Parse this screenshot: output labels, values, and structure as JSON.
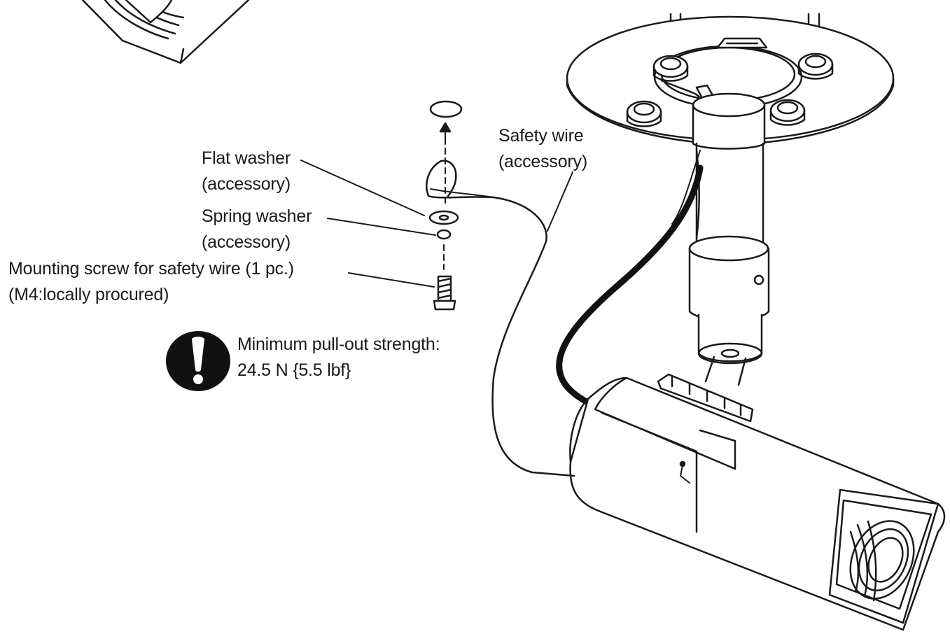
{
  "labels": {
    "flat_washer": [
      "Flat washer",
      "(accessory)"
    ],
    "spring_washer": [
      "Spring washer",
      "(accessory)"
    ],
    "mounting_screw": [
      "Mounting screw for safety wire (1 pc.)",
      "(M4:locally procured)"
    ],
    "safety_wire": [
      "Safety wire",
      "(accessory)"
    ],
    "warning": [
      "Minimum pull-out strength:",
      "24.5 N {5.5 lbf}"
    ]
  },
  "icons": {
    "warning": "exclamation-icon"
  },
  "colors": {
    "line": "#1a1a1a",
    "fill": "#ffffff",
    "icon": "#111111"
  }
}
